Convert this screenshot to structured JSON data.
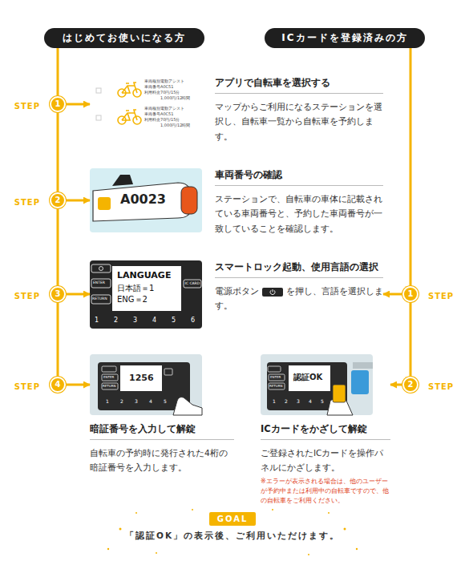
{
  "diagram": {
    "nodes": [
      {
        "text": [
          "はじめてお使いになる方"
        ]
      },
      {
        "text": [
          "ICカードを登録済みの方"
        ]
      },
      {
        "text": [
          "STEP",
          "1"
        ]
      },
      {
        "text": [
          "アプリで自転車を選択する",
          "マップからご利用になるステーションを選択し、自転車一覧から自転車を予約します。"
        ]
      },
      {
        "text": [
          "STEP",
          "2"
        ]
      },
      {
        "text": [
          "車両番号の確認",
          "ステーションで、自転車の車体に記載されている車両番号と、予約した車両番号が一致していることを確認します。"
        ]
      },
      {
        "text": [
          "STEP",
          "3"
        ]
      },
      {
        "text": [
          "スマートロック起動、使用言語の選択",
          "電源ボタン",
          "を押し、言語を選択します。"
        ]
      },
      {
        "text": [
          "STEP",
          "1"
        ]
      },
      {
        "text": [
          "STEP",
          "4"
        ]
      },
      {
        "text": [
          "暗証番号を入力して解錠",
          "自転車の予約時に発行された4桁の暗証番号を入力します。"
        ]
      },
      {
        "text": [
          "STEP",
          "2"
        ]
      },
      {
        "text": [
          "ICカードをかざして解錠",
          "ご登録されたICカードを操作パネルにかざします。",
          "※エラーが表示される場合は、他のユーザーが予約中または利用中の自転車ですので、他の自転車をご利用ください。"
        ]
      },
      {
        "text": [
          "GOAL",
          "「認証OK」の表示後、ご利用いただけます。"
        ]
      }
    ],
    "edges": [
      {
        "from": 0,
        "to": 2,
        "arrow": "none"
      },
      {
        "from": 2,
        "to": 4,
        "arrow": "none"
      },
      {
        "from": 4,
        "to": 6,
        "arrow": "none"
      },
      {
        "from": 6,
        "to": 9,
        "arrow": "none"
      },
      {
        "from": 1,
        "to": 8,
        "arrow": "none"
      },
      {
        "from": 8,
        "to": 11,
        "arrow": "none"
      },
      {
        "from": 2,
        "to": 3,
        "arrow": "to"
      },
      {
        "from": 4,
        "to": 5,
        "arrow": "to"
      },
      {
        "from": 6,
        "to": 7,
        "arrow": "to"
      },
      {
        "from": 8,
        "to": 7,
        "arrow": "to"
      },
      {
        "from": 9,
        "to": 10,
        "arrow": "to"
      },
      {
        "from": 11,
        "to": 12,
        "arrow": "to"
      }
    ],
    "labels": [
      "車両種別",
      "電動アシスト",
      "車両番号",
      "A0C51",
      "利用料金",
      "70円/15分",
      "1,000円/12時間",
      "車両種別",
      "電動アシスト",
      "車両番号",
      "A0C51",
      "利用料金",
      "70円/15分",
      "1,000円/12時間",
      "A0023",
      "LANGUAGE",
      "日本語＝1",
      "ENG＝2",
      "ENTER",
      "RETURN",
      "IC CARD",
      "1",
      "2",
      "3",
      "4",
      "5",
      "6",
      "1256",
      "ENTER",
      "RETURN",
      "1",
      "2",
      "3",
      "4",
      "5",
      "認証OK",
      "ENTER",
      "RETURN",
      "1",
      "2",
      "3",
      "4",
      "5"
    ]
  }
}
